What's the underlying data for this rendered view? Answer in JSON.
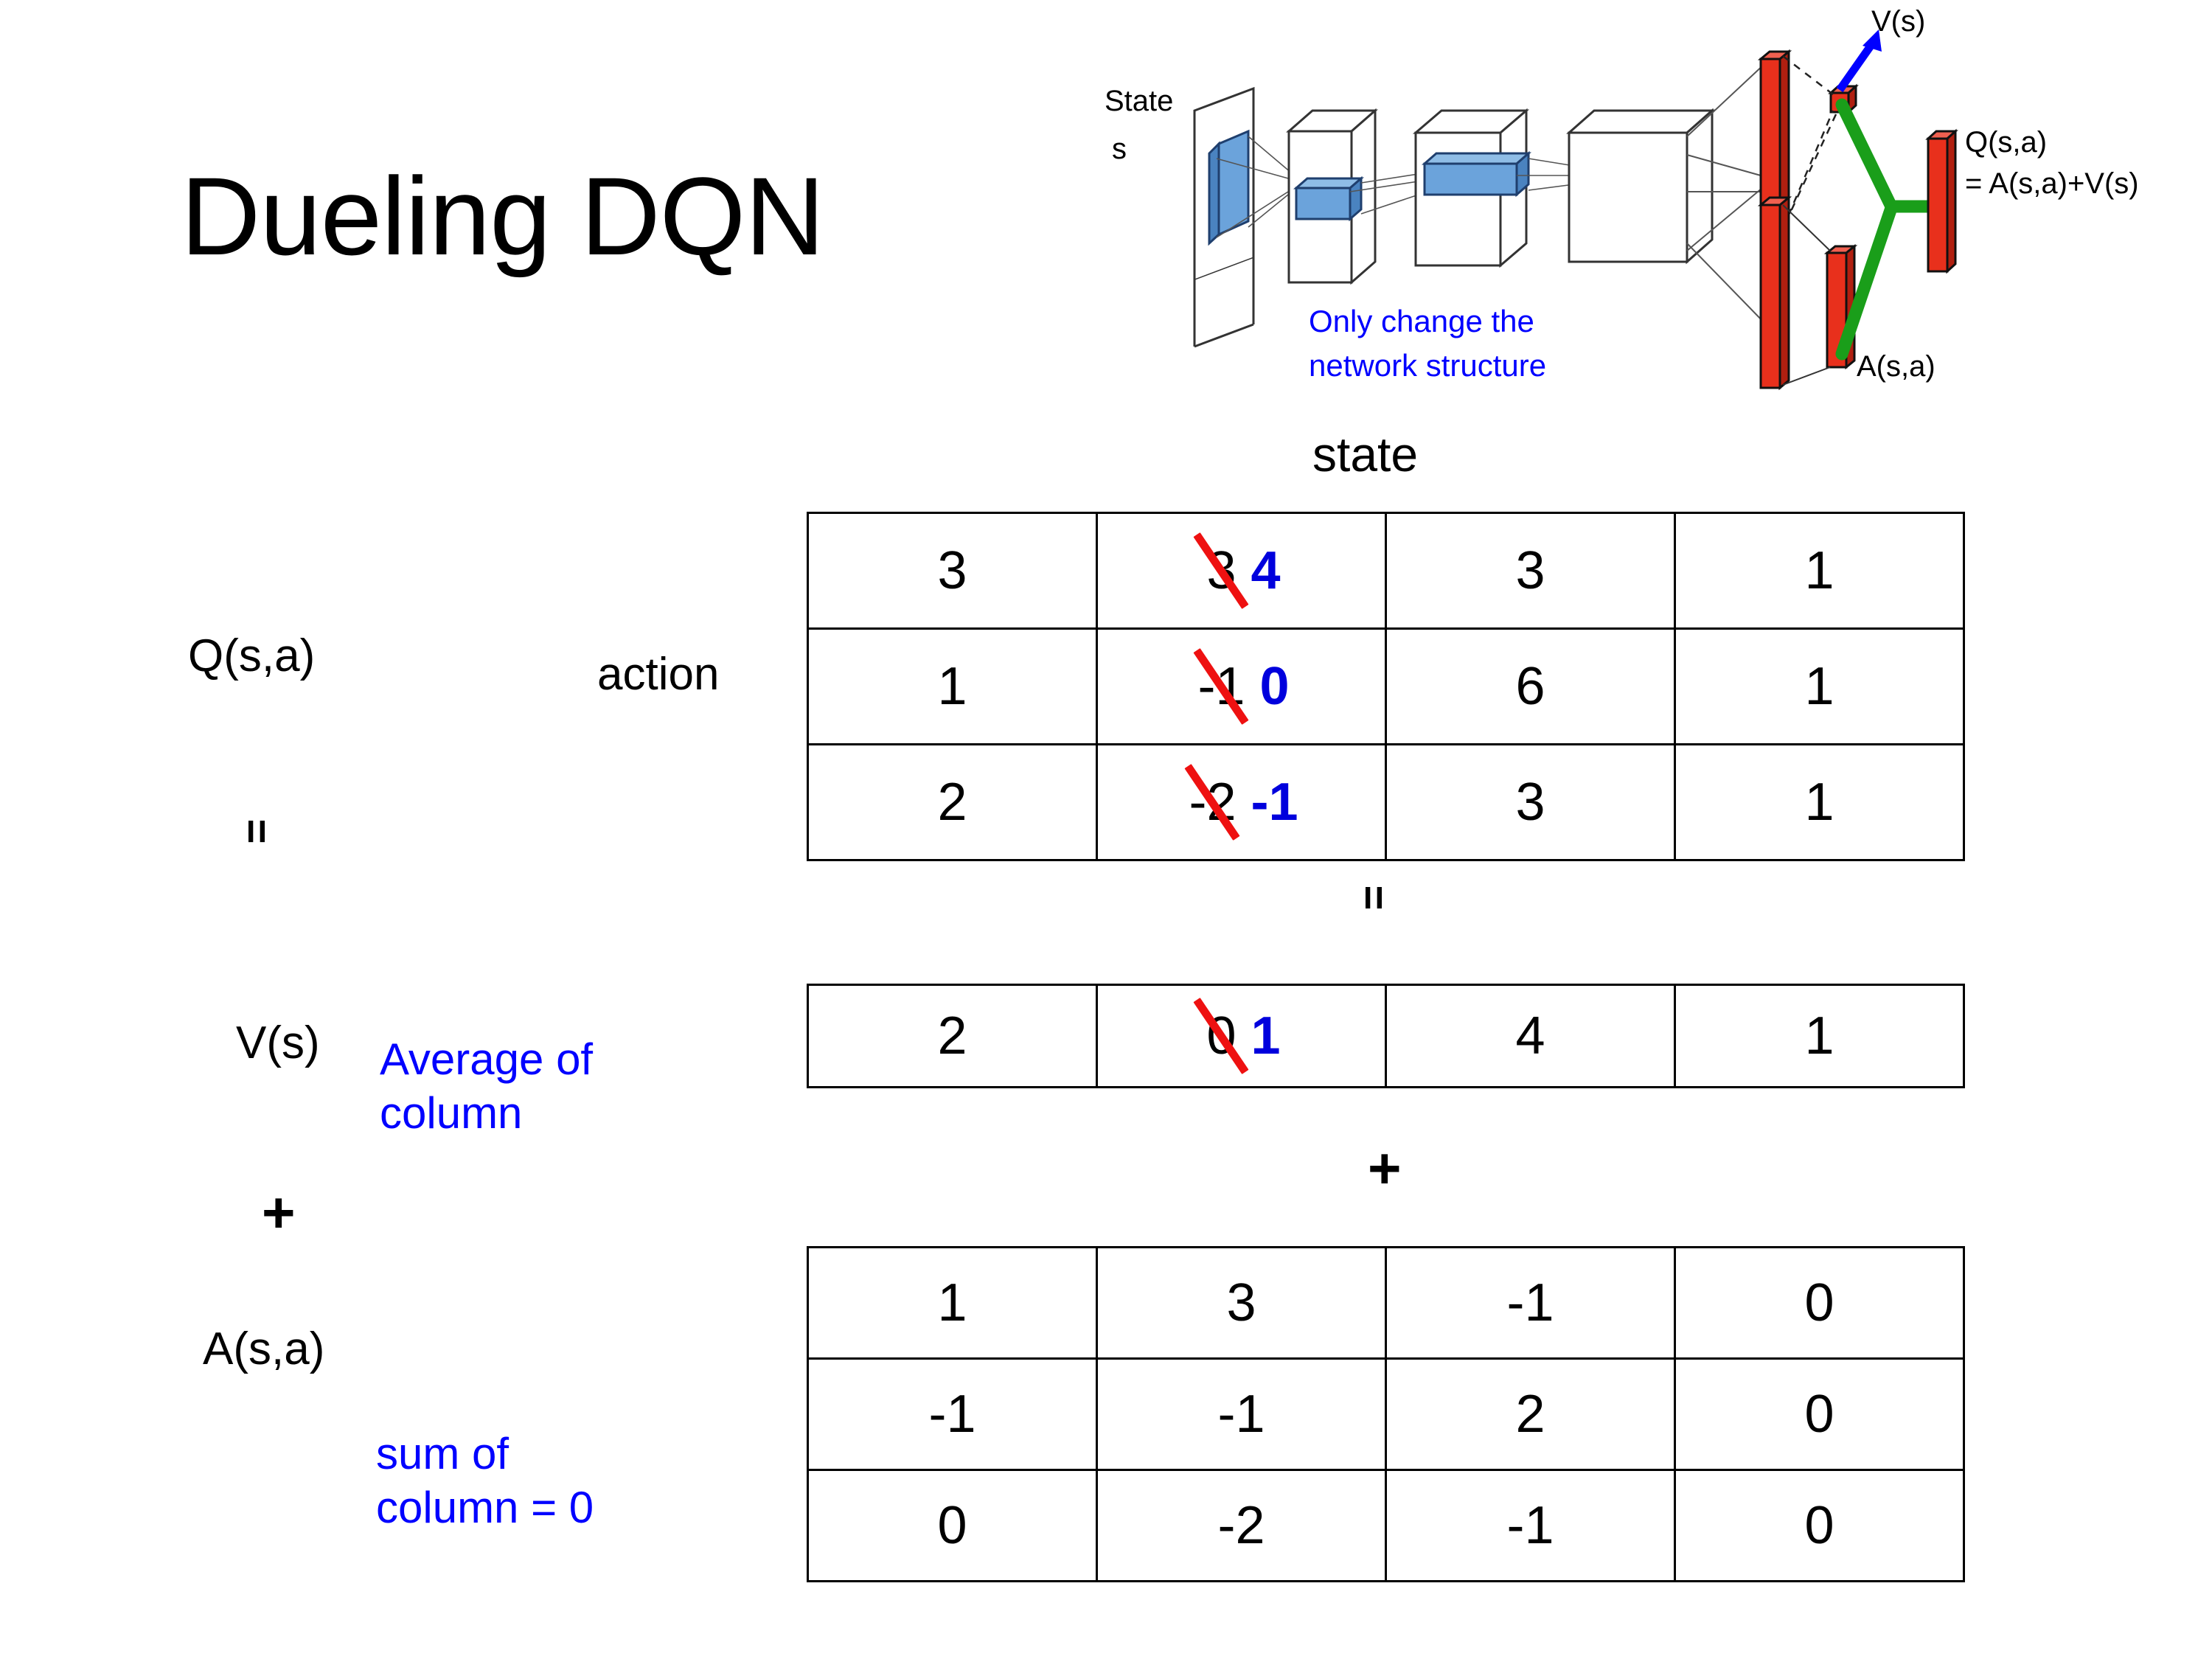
{
  "slide": {
    "title": "Dueling DQN",
    "background": "#ffffff"
  },
  "colors": {
    "black": "#000000",
    "blue": "#0000ff",
    "corrected_blue": "#0000dd",
    "strike_red": "#ee1111",
    "diagram_red": "#e8301c",
    "diagram_green": "#1a9e1a",
    "diagram_blue_block": "#5b9bd5",
    "arrow_blue": "#0000ff"
  },
  "diagram": {
    "name": "dueling-dqn-network",
    "input_label_line1": "State",
    "input_label_line2": "s",
    "note_line1": "Only change the",
    "note_line2": "network structure",
    "value_stream_label": "V(s)",
    "advantage_stream_label": "A(s,a)",
    "output_label_line1": "Q(s,a)",
    "output_label_line2": "= A(s,a)+V(s)"
  },
  "axes": {
    "state_label": "state",
    "action_label": "action"
  },
  "operators": {
    "equals": "=",
    "plus": "+"
  },
  "labels": {
    "q": "Q(s,a)",
    "v": "V(s)",
    "a": "A(s,a)",
    "average_line1": "Average of",
    "average_line2": "column",
    "sum_line1": "sum of",
    "sum_line2": "column = 0"
  },
  "chart_data": {
    "type": "table",
    "title": "Dueling DQN value / advantage decomposition",
    "xlabel": "state",
    "ylabel": "action",
    "tables": [
      {
        "name": "Q(s,a)",
        "rows": 3,
        "cols": 4,
        "values": [
          [
            "3",
            "3",
            "3",
            "1"
          ],
          [
            "1",
            "-1",
            "6",
            "1"
          ],
          [
            "2",
            "-2",
            "3",
            "1"
          ]
        ],
        "corrections": {
          "column": 1,
          "struck": [
            "3",
            "-1",
            "-2"
          ],
          "new_values": [
            "4",
            "0",
            "-1"
          ]
        }
      },
      {
        "name": "V(s)",
        "rows": 1,
        "cols": 4,
        "values": [
          [
            "2",
            "0",
            "4",
            "1"
          ]
        ],
        "corrections": {
          "column": 1,
          "struck": [
            "0"
          ],
          "new_values": [
            "1"
          ]
        }
      },
      {
        "name": "A(s,a)",
        "rows": 3,
        "cols": 4,
        "values": [
          [
            "1",
            "3",
            "-1",
            "0"
          ],
          [
            "-1",
            "-1",
            "2",
            "0"
          ],
          [
            "0",
            "-2",
            "-1",
            "0"
          ]
        ],
        "corrections": null
      }
    ],
    "relation": "Q(s,a) = V(s) + A(s,a)",
    "annotations": [
      "Average of column",
      "sum of column = 0",
      "Only change the network structure"
    ]
  }
}
